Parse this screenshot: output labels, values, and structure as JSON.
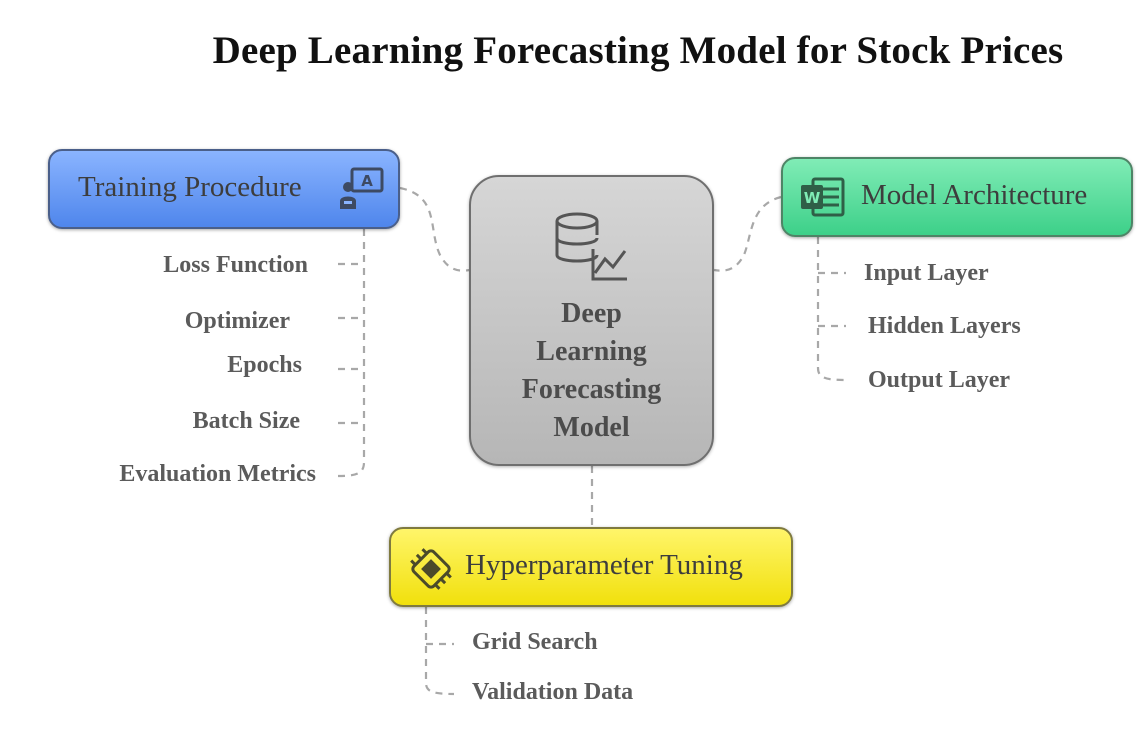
{
  "title": "Deep Learning Forecasting Model for Stock Prices",
  "center": {
    "label": "Deep\nLearning\nForecasting\nModel",
    "icon": "database-chart-icon"
  },
  "branches": {
    "training_procedure": {
      "label": "Training Procedure",
      "icon": "teacher-board-icon",
      "color": "#5b8ff0",
      "items": [
        "Loss Function",
        "Optimizer",
        "Epochs",
        "Batch Size",
        "Evaluation Metrics"
      ]
    },
    "model_architecture": {
      "label": "Model Architecture",
      "icon": "word-document-icon",
      "color": "#4fd996",
      "items": [
        "Input Layer",
        "Hidden Layers",
        "Output Layer"
      ]
    },
    "hyperparameter_tuning": {
      "label": "Hyperparameter Tuning",
      "icon": "chip-tuning-icon",
      "color": "#f5e525",
      "items": [
        "Grid Search",
        "Validation Data"
      ]
    }
  }
}
